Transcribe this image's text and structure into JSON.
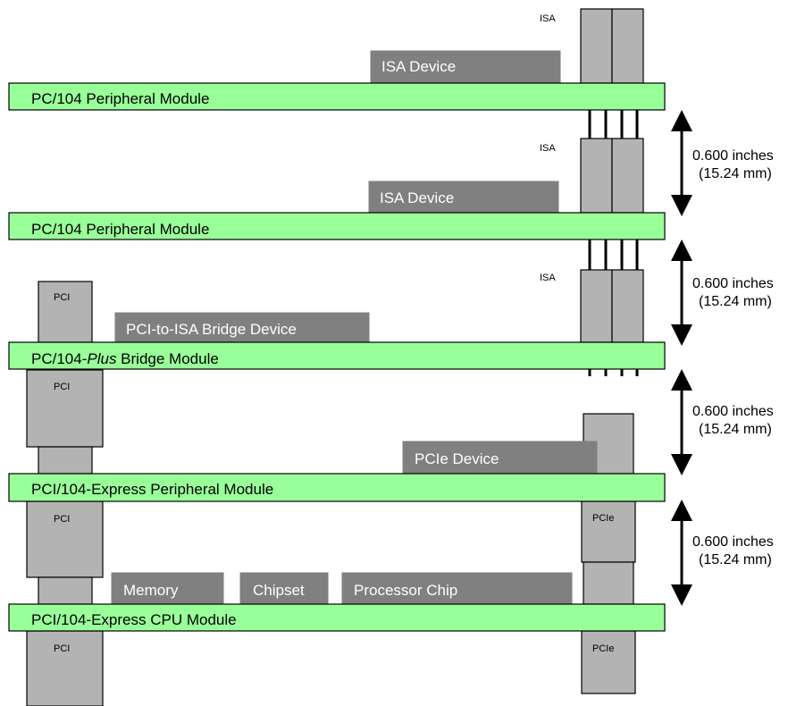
{
  "modules": {
    "m1": "PC/104 Peripheral Module",
    "m2": "PC/104 Peripheral Module",
    "m3_prefix": "PC/104-",
    "m3_italic": "Plus",
    "m3_suffix": " Bridge Module",
    "m4": "PCI/104-Express Peripheral Module",
    "m5": "PCI/104-Express  CPU Module"
  },
  "devices": {
    "isa1": "ISA Device",
    "isa2": "ISA Device",
    "bridge": "PCI-to-ISA Bridge Device",
    "pcie": "PCIe Device",
    "memory": "Memory",
    "chipset": "Chipset",
    "processor": "Processor Chip"
  },
  "connectors": {
    "isa_a": "ISA",
    "isa_b": "ISA",
    "isa_c": "ISA",
    "pci_a": "PCI",
    "pci_b": "PCI",
    "pci_c": "PCI",
    "pci_d": "PCI",
    "pcie_a": "PCIe",
    "pcie_b": "PCIe"
  },
  "spacings": [
    {
      "line1": "0.600 inches",
      "line2": "(15.24 mm)"
    },
    {
      "line1": "0.600 inches",
      "line2": "(15.24 mm)"
    },
    {
      "line1": "0.600 inches",
      "line2": "(15.24 mm)"
    },
    {
      "line1": "0.600 inches",
      "line2": "(15.24 mm)"
    }
  ],
  "colors": {
    "board": "#99ff99",
    "device": "#808080",
    "connector": "#b3b3b3"
  }
}
